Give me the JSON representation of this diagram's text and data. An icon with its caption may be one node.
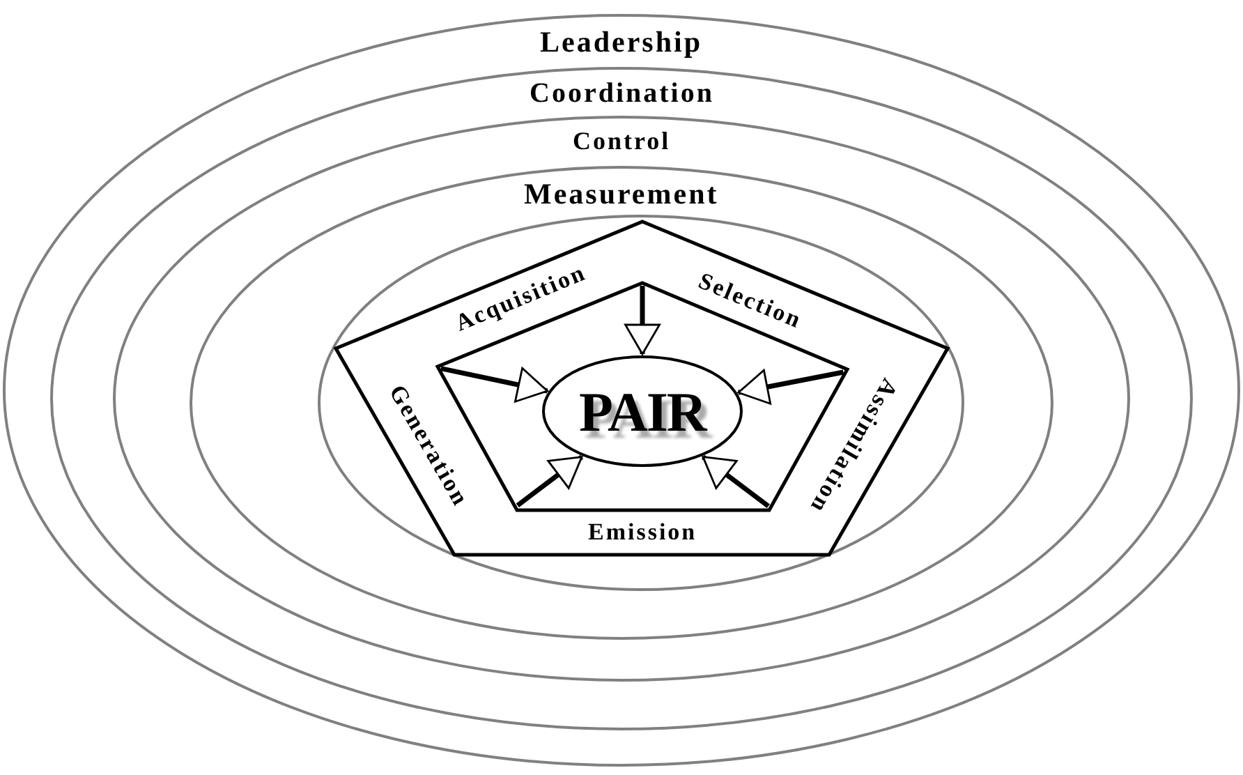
{
  "diagram": {
    "nodes": [
      {
        "text": [
          "Leadership"
        ]
      },
      {
        "text": [
          "Coordination"
        ],
        "in": 0
      },
      {
        "text": [
          "Control"
        ],
        "in": 1
      },
      {
        "text": [
          "Measurement"
        ],
        "in": 2
      },
      {
        "text": [],
        "shape": "ellipse",
        "in": 3
      },
      {
        "text": [
          "Acquisition",
          "Selection",
          "Assimilation",
          "Emission",
          "Generation"
        ],
        "in": 4
      },
      {
        "text": [],
        "shape": "pentagon",
        "in": 5
      },
      {
        "text": [
          "PAIR"
        ],
        "in": 6
      }
    ],
    "edges": [
      {
        "from": 6,
        "to": 7,
        "arrow": "to"
      },
      {
        "from": 6,
        "to": 7,
        "arrow": "to"
      },
      {
        "from": 6,
        "to": 7,
        "arrow": "to"
      },
      {
        "from": 6,
        "to": 7,
        "arrow": "to"
      },
      {
        "from": 6,
        "to": 7,
        "arrow": "to"
      }
    ]
  }
}
